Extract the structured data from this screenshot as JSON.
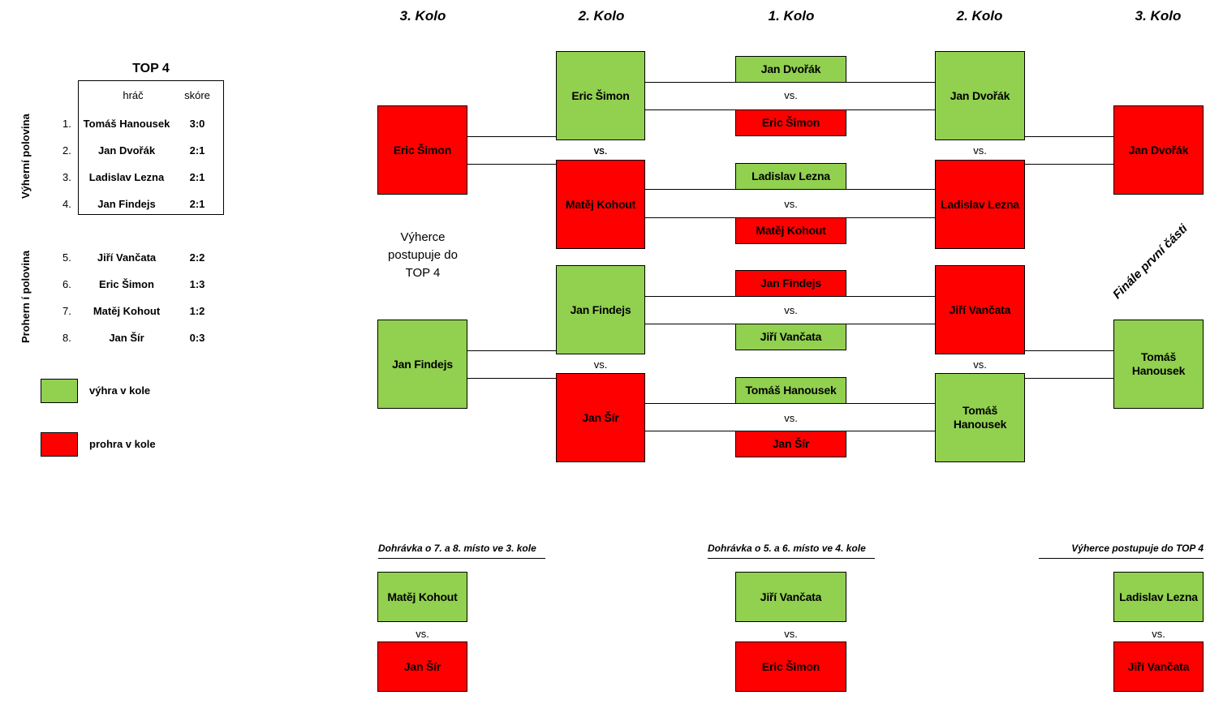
{
  "left_panel": {
    "top4_title": "TOP 4",
    "column_headers": {
      "player": "hráč",
      "score": "skóre"
    },
    "side_labels": {
      "winners": "Výherní polovina",
      "losers": "Prohern í polovina"
    },
    "winners_half": [
      {
        "rank": "1.",
        "name": "Tomáš Hanousek",
        "score": "3:0"
      },
      {
        "rank": "2.",
        "name": "Jan Dvořák",
        "score": "2:1"
      },
      {
        "rank": "3.",
        "name": "Ladislav Lezna",
        "score": "2:1"
      },
      {
        "rank": "4.",
        "name": "Jan Findejs",
        "score": "2:1"
      }
    ],
    "losers_half": [
      {
        "rank": "5.",
        "name": "Jiří Vančata",
        "score": "2:2"
      },
      {
        "rank": "6.",
        "name": "Eric Šimon",
        "score": "1:3"
      },
      {
        "rank": "7.",
        "name": "Matěj Kohout",
        "score": "1:2"
      },
      {
        "rank": "8.",
        "name": "Jan Šír",
        "score": "0:3"
      }
    ],
    "legend": [
      {
        "label": "výhra v kole",
        "color": "#92D050"
      },
      {
        "label": "prohra v kole",
        "color": "#FF0000"
      }
    ]
  },
  "round_headers": [
    {
      "label": "3. Kolo"
    },
    {
      "label": "2. Kolo"
    },
    {
      "label": "1. Kolo"
    },
    {
      "label": "2. Kolo"
    },
    {
      "label": "3. Kolo"
    }
  ],
  "annotations": {
    "advance_top4": "Výherce\npostupuje do\nTOP 4",
    "advance_top4_line1": "Výherce",
    "advance_top4_line2": "postupuje do",
    "advance_top4_line3": "TOP 4",
    "final_first_part": "Finále první části"
  },
  "vs_label": "vs.",
  "bracket": {
    "round1": [
      {
        "name": "Jan Dvořák",
        "result": "win"
      },
      {
        "name": "Eric Šimon",
        "result": "lose"
      },
      {
        "name": "Ladislav Lezna",
        "result": "win"
      },
      {
        "name": "Matěj Kohout",
        "result": "lose"
      },
      {
        "name": "Jan Findejs",
        "result": "lose"
      },
      {
        "name": "Jiří Vančata",
        "result": "win"
      },
      {
        "name": "Tomáš Hanousek",
        "result": "win"
      },
      {
        "name": "Jan Šír",
        "result": "lose"
      }
    ],
    "round2_left": [
      {
        "name": "Eric Šimon",
        "result": "win"
      },
      {
        "name": "Matěj Kohout",
        "result": "lose"
      },
      {
        "name": "Jan Findejs",
        "result": "win"
      },
      {
        "name": "Jan Šír",
        "result": "lose"
      }
    ],
    "round2_right": [
      {
        "name": "Jan Dvořák",
        "result": "win"
      },
      {
        "name": "Ladislav Lezna",
        "result": "lose"
      },
      {
        "name": "Jiří Vančata",
        "result": "lose"
      },
      {
        "name": "Tomáš Hanousek",
        "result": "win"
      }
    ],
    "round3_left": [
      {
        "name": "Eric Šimon",
        "result": "lose"
      },
      {
        "name": "Jan Findejs",
        "result": "win"
      }
    ],
    "round3_right": [
      {
        "name": "Jan Dvořák",
        "result": "lose"
      },
      {
        "name": "Tomáš Hanousek",
        "result": "win"
      }
    ]
  },
  "playoffs": [
    {
      "note": "Dohrávka o 7. a 8. místo ve 3. kole",
      "top": {
        "name": "Matěj Kohout",
        "result": "win"
      },
      "bottom": {
        "name": "Jan Šír",
        "result": "lose"
      }
    },
    {
      "note": "Dohrávka o 5. a 6. místo ve 4. kole",
      "top": {
        "name": "Jiří Vančata",
        "result": "win"
      },
      "bottom": {
        "name": "Eric Šimon",
        "result": "lose"
      }
    },
    {
      "note": "Výherce postupuje do TOP 4",
      "top": {
        "name": "Ladislav Lezna",
        "result": "win"
      },
      "bottom": {
        "name": "Jiří Vančata",
        "result": "lose"
      }
    }
  ]
}
